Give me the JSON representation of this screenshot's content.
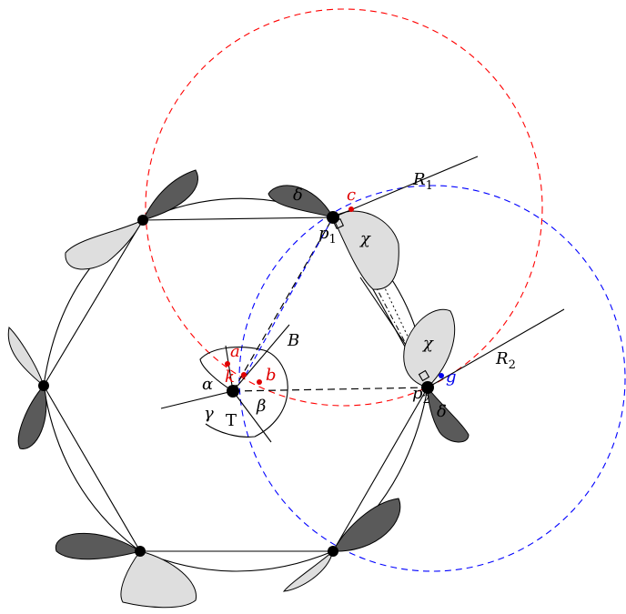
{
  "figure": {
    "labels": {
      "R1": "R",
      "R1_sub": "1",
      "R2": "R",
      "R2_sub": "2",
      "p1": "p",
      "p1_sub": "1",
      "p2": "p",
      "p2_sub": "2",
      "B": "B",
      "T": "T",
      "alpha": "α",
      "beta": "β",
      "gamma": "γ",
      "delta_top": "δ",
      "delta_right": "δ",
      "chi_top": "χ",
      "chi_right": "χ",
      "a": "a",
      "b": "b",
      "c": "c",
      "k": "k",
      "g": "g"
    },
    "colors": {
      "red_circle": "#ff0000",
      "blue_circle": "#0000ff",
      "dark_petal": "#5a5a5a",
      "light_petal": "#dedede",
      "red_label": "#e00000",
      "blue_label": "#0000ee"
    }
  }
}
